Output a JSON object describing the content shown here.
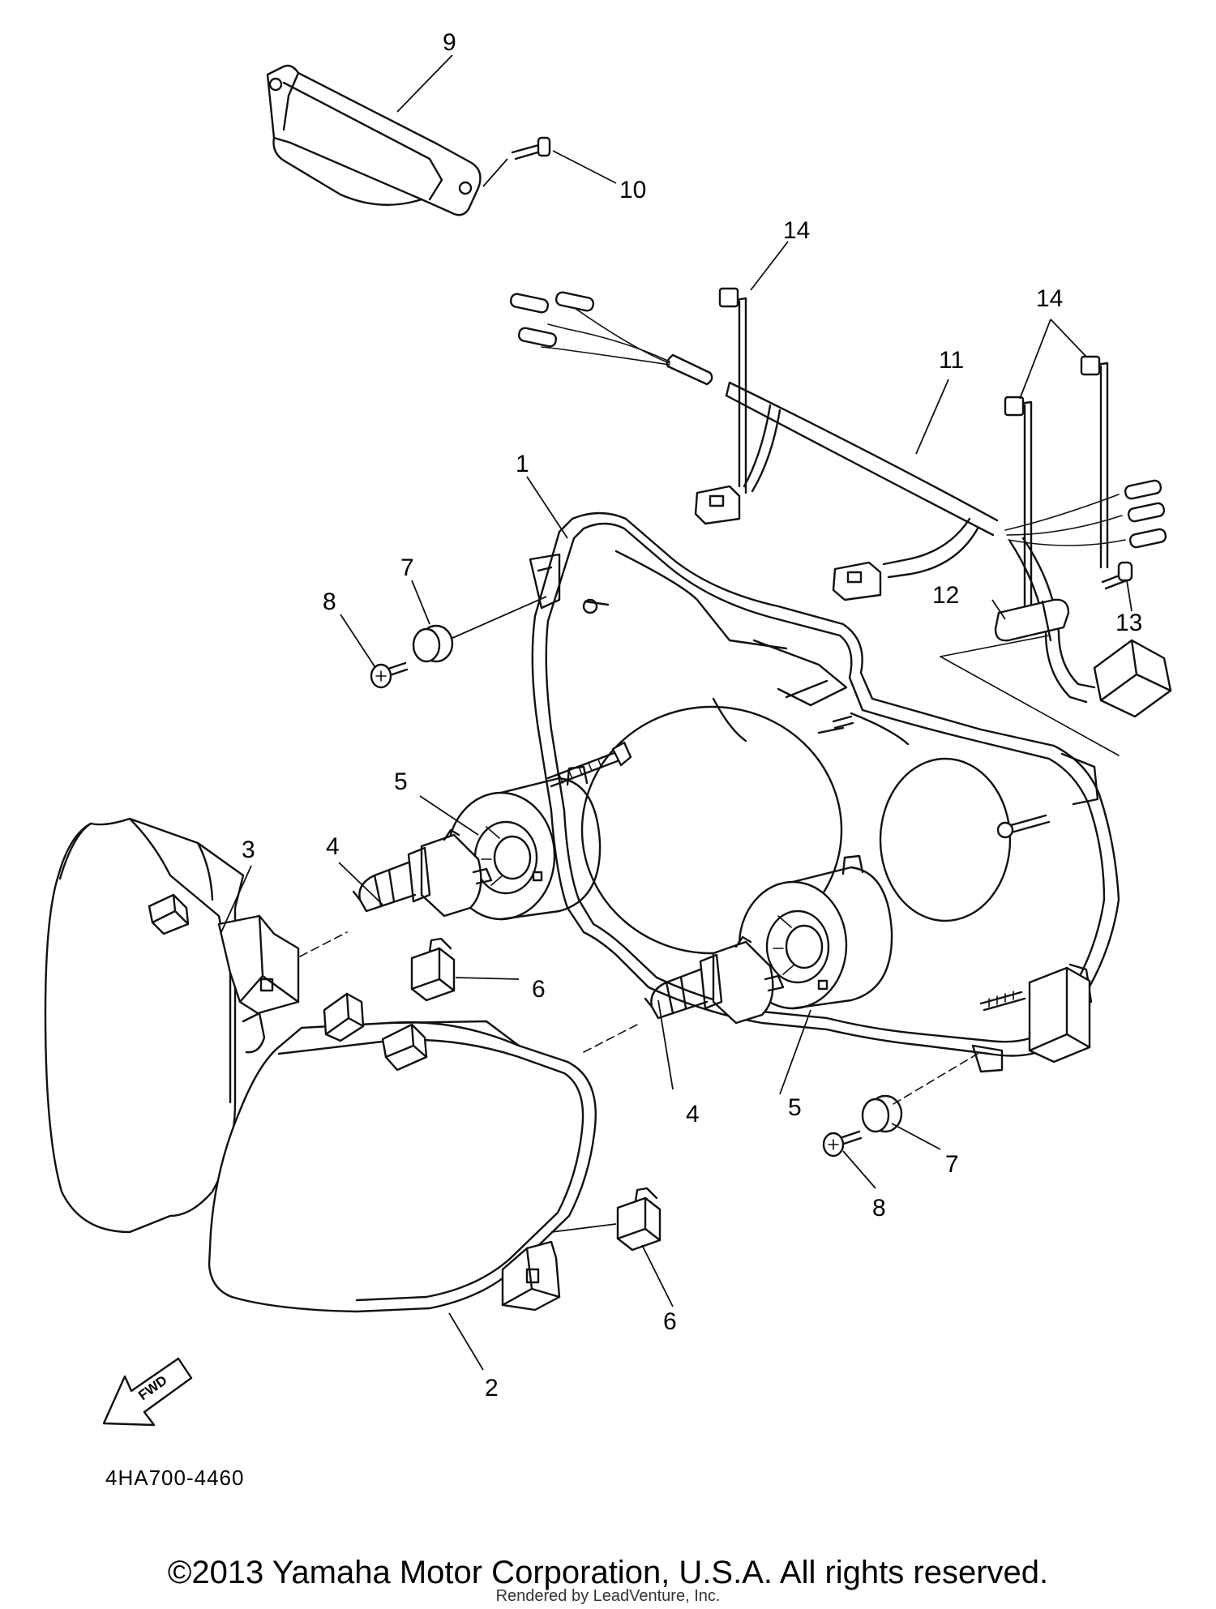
{
  "callouts": {
    "c1": "1",
    "c2": "2",
    "c3": "3",
    "c4a": "4",
    "c4b": "4",
    "c5a": "5",
    "c5b": "5",
    "c6a": "6",
    "c6b": "6",
    "c7a": "7",
    "c7b": "7",
    "c8a": "8",
    "c8b": "8",
    "c9": "9",
    "c10": "10",
    "c11": "11",
    "c12": "12",
    "c13": "13",
    "c14a": "14",
    "c14b": "14"
  },
  "fwd_label": "FWD",
  "diagram_code": "4HA700-4460",
  "copyright": "©2013 Yamaha Motor Corporation, U.S.A. All rights reserved.",
  "rendered_by": "Rendered by LeadVenture, Inc."
}
